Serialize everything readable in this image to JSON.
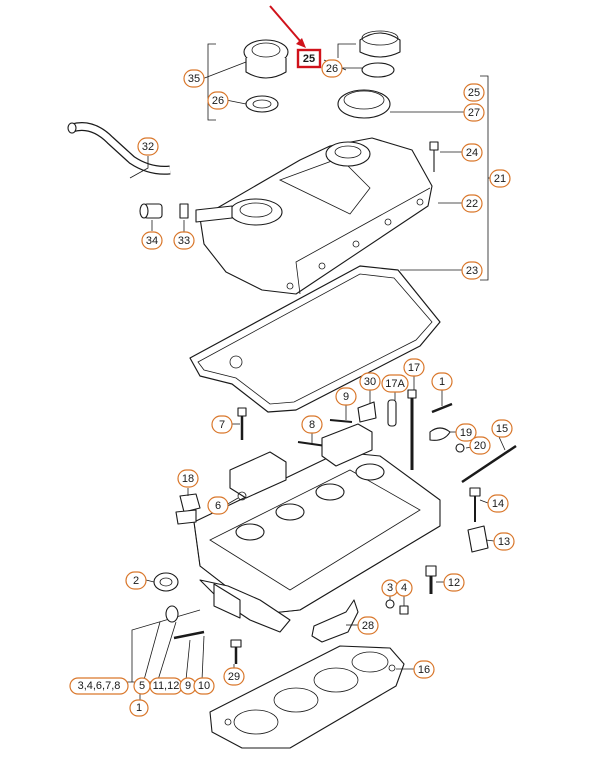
{
  "colors": {
    "callout_border": "#d9772b",
    "highlight": "#d0121b",
    "line": "#1a1a1a"
  },
  "callouts": {
    "c35": "35",
    "c26a": "26",
    "c25_hl": "25",
    "c26b": "26",
    "c25": "25",
    "c27": "27",
    "c24": "24",
    "c21": "21",
    "c22": "22",
    "c23": "23",
    "c32": "32",
    "c34": "34",
    "c33": "33",
    "c30": "30",
    "c17a": "17A",
    "c1top": "1",
    "c17": "17",
    "c9": "9",
    "c7": "7",
    "c8": "8",
    "c19": "19",
    "c20": "20",
    "c15": "15",
    "c18": "18",
    "c6": "6",
    "c14": "14",
    "c13": "13",
    "c2": "2",
    "c12": "12",
    "c3": "3",
    "c4": "4",
    "c28": "28",
    "c16": "16",
    "c29": "29",
    "c3678": "3,4,6,7,8",
    "c5": "5",
    "c11": "11,12",
    "c9b": "9",
    "c10": "10",
    "c1bottom": "1"
  }
}
